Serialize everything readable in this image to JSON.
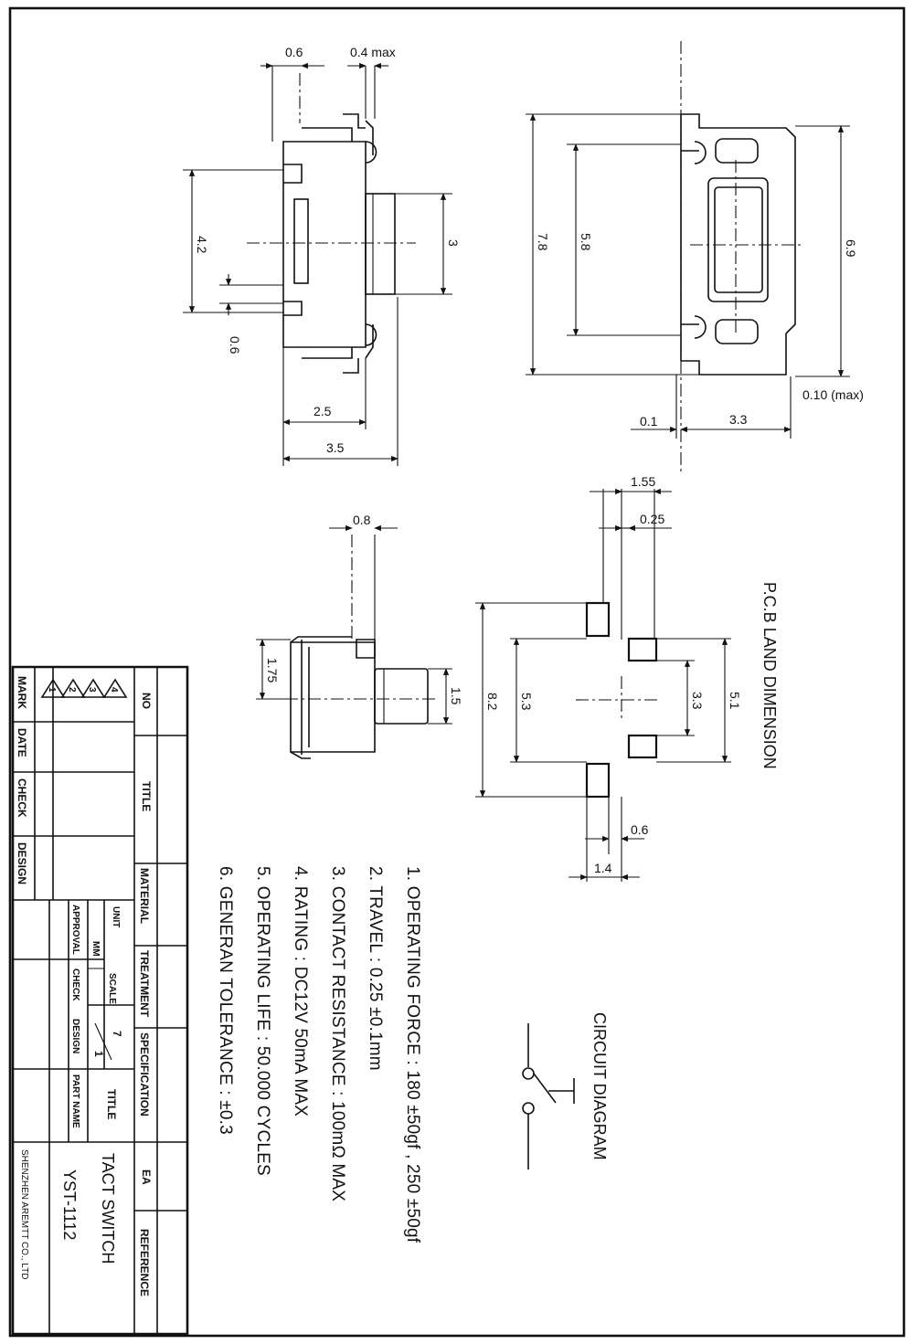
{
  "dimensions": {
    "side": {
      "d06_top": "0.6",
      "d04max": "0.4 max",
      "d42": "4.2",
      "d3": "3",
      "d06_bottom": "0.6",
      "d25": "2.5",
      "d35": "3.5"
    },
    "top_view": {
      "d78": "7.8",
      "d58": "5.8",
      "d69": "6.9",
      "d010max": "0.10 (max)",
      "d01": "0.1",
      "d33": "3.3"
    },
    "small_view": {
      "d08": "0.8",
      "d175": "1.75",
      "d15": "1.5"
    },
    "pcb": {
      "title": "P.C.B LAND DIMENSION",
      "d155": "1.55",
      "d025": "0.25",
      "d82": "8.2",
      "d53": "5.3",
      "d33": "3.3",
      "d51": "5.1",
      "d06": "0.6",
      "d14": "1.4"
    }
  },
  "circuit": {
    "title": "CIRCUIT DIAGRAM"
  },
  "notes": [
    "1. OPERATING FORCE : 180 ±50gf ,  250 ±50gf",
    "2. TRAVEL : 0.25 ±0.1mm",
    "3. CONTACT RESISTANCE : 100mΩ MAX",
    "4. RATING : DC12V 50mA  MAX",
    "5. OPERATING LIFE : 50.000 CYCLES",
    "6. GENERAN TOLERANCE : ±0.3"
  ],
  "title_block": {
    "no": "NO",
    "title_col": "TITLE",
    "material": "MATERIAL",
    "treatment": "TREATMENT",
    "specification": "SPECIFICATION",
    "ea": "EA",
    "reference": "REFERENCE",
    "mark": "MARK",
    "date": "DATE",
    "check": "CHECK",
    "design": "DESIGN",
    "rev_marks": [
      "1",
      "2",
      "3",
      "4"
    ],
    "unit_label": "UNIT",
    "unit_value": "MM",
    "scale_label": "SCALE",
    "scale_num": "7",
    "scale_den": "1",
    "approval": "APPROVAL",
    "check2": "CHECK",
    "design2": "DESIGN",
    "title_label": "TITLE",
    "title_value": "TACT SWITCH",
    "part_name_label": "PART NAME",
    "part_name_value": "YST-1112",
    "company": "SHENZHEN AREMTT CO., LTD"
  }
}
